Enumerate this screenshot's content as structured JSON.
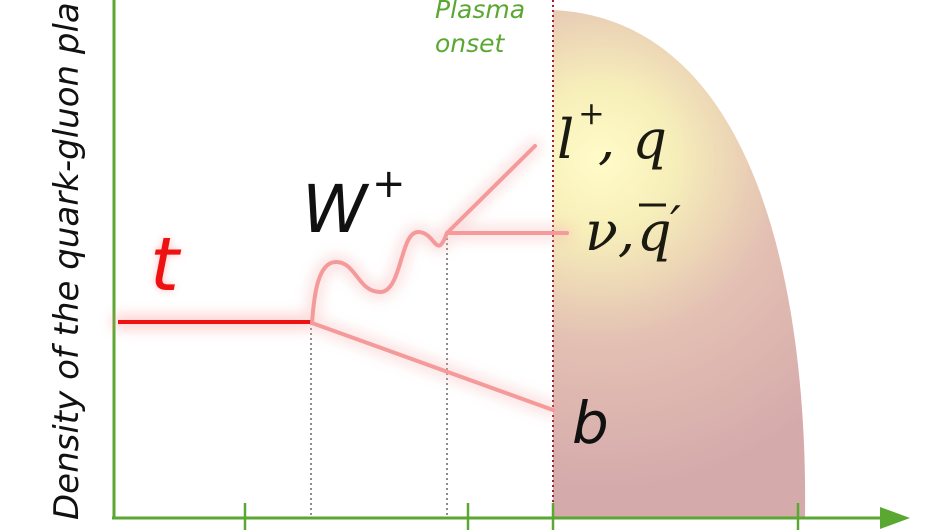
{
  "axes": {
    "y_label": "Density of the quark-gluon pla",
    "color": "#5aa832"
  },
  "annotation": {
    "line1": "Plasma",
    "line2": "onset",
    "color": "#5aa832"
  },
  "particles": {
    "top": "t",
    "w_boson": "W",
    "w_charge": "+",
    "lepton": "l",
    "lepton_charge": "+",
    "lepton_rest": ", q",
    "neutrino": "ν, ",
    "antiquark": "q",
    "antiquark_prime": "′",
    "bottom": "b",
    "top_color": "#ee1111",
    "decay_line_color": "#f49a9a",
    "plasma_onset_line_color": "#a0203a",
    "plasma_glow_color": "#fff6b0",
    "plasma_edge_color": "#d2a8aa"
  }
}
